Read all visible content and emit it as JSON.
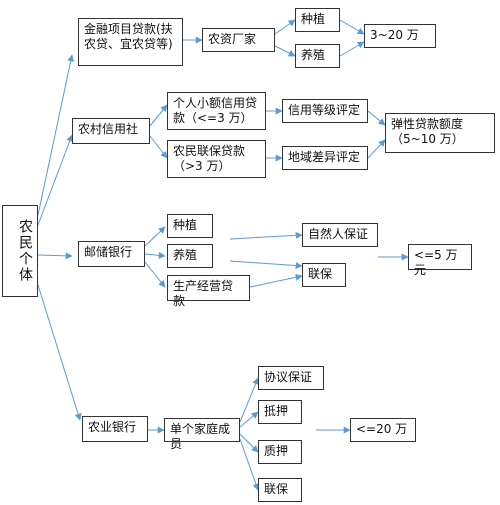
{
  "diagram": {
    "root": "农民个体",
    "jinrong": {
      "title": "金融项目贷款(扶农贷、宜农贷等)",
      "supplier": "农资厂家",
      "zhongzhi": "种植",
      "yangzhi": "养殖",
      "amount": "3~20 万"
    },
    "nongxin": {
      "title": "农村信用社",
      "xiaoe": "个人小额信用贷款（<=3 万）",
      "lianbao": "农民联保贷款（>3 万）",
      "xinyong": "信用等级评定",
      "diyu": "地域差异评定",
      "amount": "弹性贷款额度（5~10 万）"
    },
    "youchu": {
      "title": "邮储银行",
      "zhongzhi": "种植",
      "yangzhi": "养殖",
      "shengchan": "生产经营贷款",
      "ziran": "自然人保证",
      "lianbao": "联保",
      "amount": "<=5 万元"
    },
    "nongye": {
      "title": "农业银行",
      "jiating": "单个家庭成员",
      "xieyi": "协议保证",
      "diya": "抵押",
      "zhiya": "质押",
      "lianbao": "联保",
      "amount": "<=20 万"
    }
  },
  "colors": {
    "arrow": "#5b9bd5",
    "border": "#333333"
  }
}
